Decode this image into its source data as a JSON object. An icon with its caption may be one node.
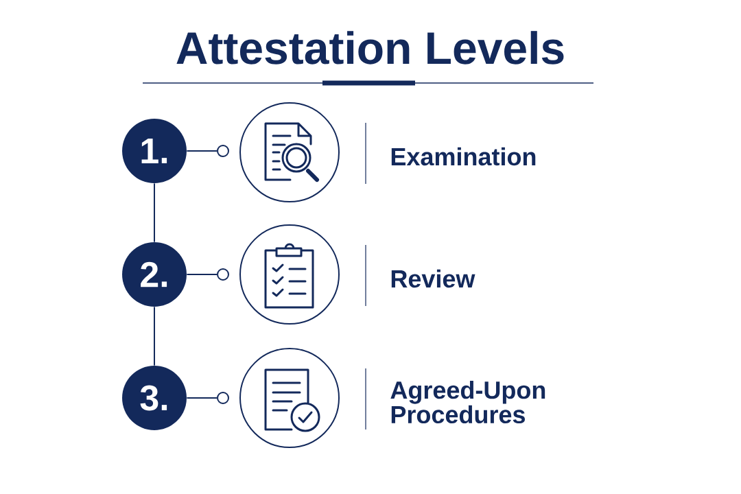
{
  "diagram": {
    "title": "Attestation Levels",
    "nodes": [
      {
        "text": [
          "1."
        ]
      },
      {
        "text": [],
        "shape": "circle"
      },
      {
        "text": [],
        "shape": "circle",
        "beside": [
          "Examination"
        ]
      },
      {
        "text": [
          "2."
        ]
      },
      {
        "text": [],
        "shape": "circle"
      },
      {
        "text": [],
        "shape": "circle",
        "beside": [
          "Review"
        ]
      },
      {
        "text": [
          "3."
        ]
      },
      {
        "text": [],
        "shape": "circle"
      },
      {
        "text": [],
        "shape": "circle",
        "beside": [
          "Agreed-Upon Procedures"
        ]
      }
    ],
    "edges": [
      {
        "from": 0,
        "to": 1,
        "arrow": "none"
      },
      {
        "from": 3,
        "to": 4,
        "arrow": "none"
      },
      {
        "from": 6,
        "to": 7,
        "arrow": "none"
      },
      {
        "from": 0,
        "to": 3,
        "arrow": "none"
      },
      {
        "from": 3,
        "to": 6,
        "arrow": "none"
      }
    ]
  }
}
